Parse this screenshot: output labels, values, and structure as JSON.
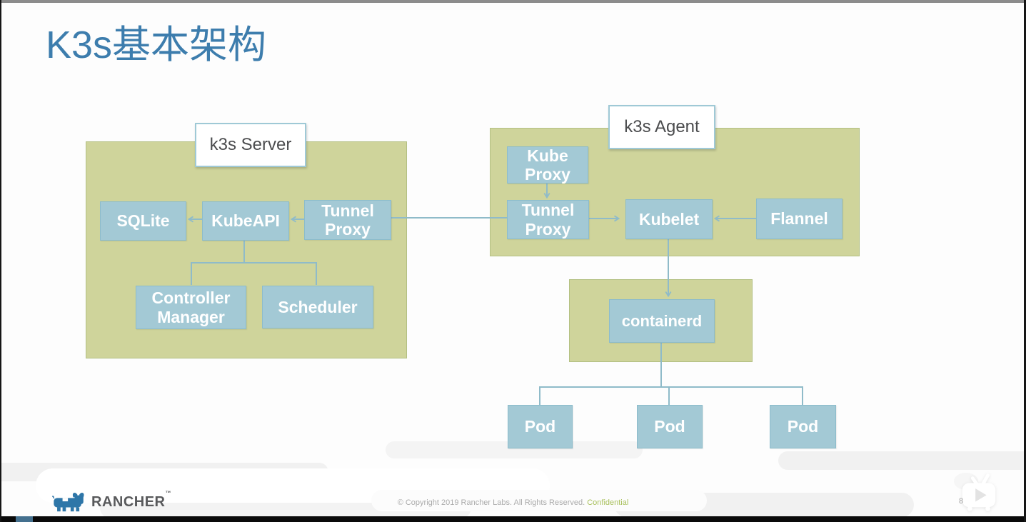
{
  "title": "K3s基本架构",
  "diagram": {
    "server": {
      "label": "k3s Server",
      "nodes": {
        "sqlite": "SQLite",
        "kube_api": "KubeAPI",
        "tunnel_proxy": "Tunnel\nProxy",
        "controller_manager": "Controller\nManager",
        "scheduler": "Scheduler"
      }
    },
    "agent": {
      "label": "k3s Agent",
      "nodes": {
        "kube_proxy": "Kube\nProxy",
        "tunnel_proxy": "Tunnel\nProxy",
        "kubelet": "Kubelet",
        "flannel": "Flannel"
      }
    },
    "runtime": {
      "containerd": "containerd",
      "pods": [
        "Pod",
        "Pod",
        "Pod"
      ]
    }
  },
  "footer": {
    "brand": "RANCHER",
    "brand_mark": "™",
    "copyright": "© Copyright 2019 Rancher Labs. All Rights Reserved.",
    "confidential": "Confidential"
  },
  "player": {
    "badge": "8"
  },
  "colors": {
    "title_blue": "#3d7dad",
    "panel_green": "#cfd49b",
    "node_blue": "#a3c9d5",
    "connector_blue": "#8fbbc9",
    "confidential_green": "#a9c05d",
    "brand_blue": "#2e76a8"
  }
}
